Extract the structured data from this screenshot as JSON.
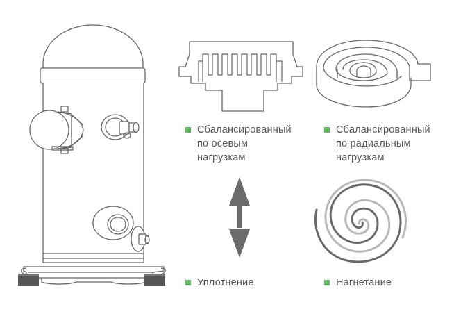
{
  "colors": {
    "line": "#666666",
    "text": "#555555",
    "bullet": "#5cb85c",
    "arrow": "#6b6b6b",
    "foot": "#555555",
    "spiral_light": "#b8b8b8"
  },
  "captions": {
    "axial": "Сбалансированный\nпо осевым\nнагрузкам",
    "radial": "Сбалансированный\nпо радиальным\nнагрузкам",
    "sealing": "Уплотнение",
    "discharge": "Нагнетание"
  },
  "icons": {
    "compressor": "scroll-compressor-icon",
    "axial": "axial-balance-icon",
    "radial": "radial-scroll-icon",
    "arrow": "double-arrow-icon",
    "spiral": "spiral-icon"
  }
}
